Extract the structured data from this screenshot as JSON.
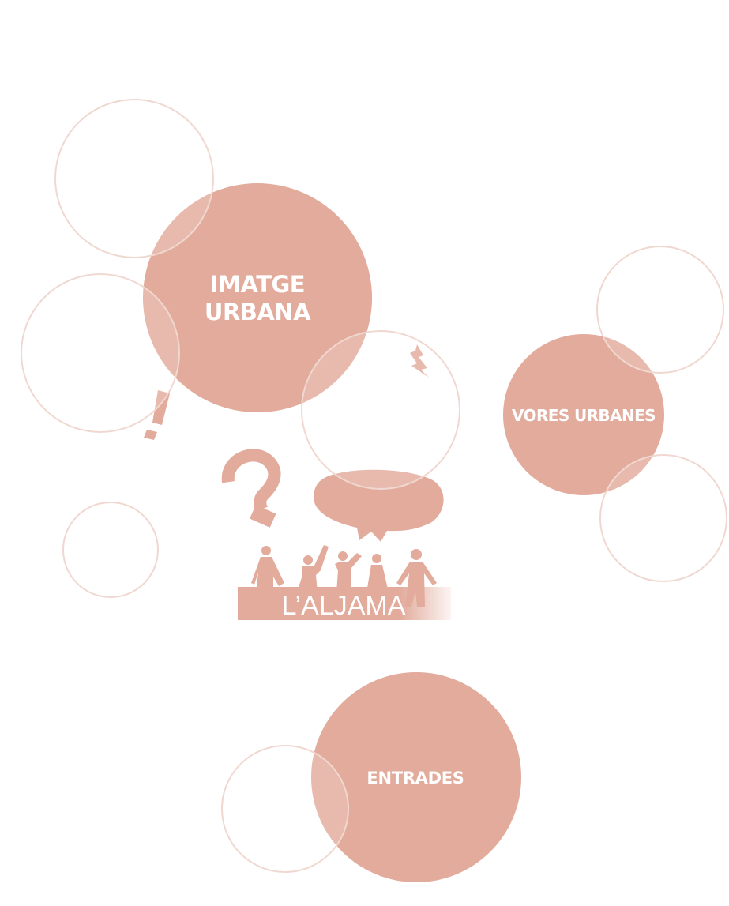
{
  "colors": {
    "accent": "#e2ab9c",
    "outline": "#f0d8d0",
    "label": "#ffffff",
    "background": "#ffffff"
  },
  "topics": {
    "imatge_urbana": {
      "line1": "IMATGE",
      "line2": "URBANA"
    },
    "vores_urbanes": {
      "label": "VORES URBANES"
    },
    "entrades": {
      "label": "ENTRADES"
    }
  },
  "aljama": {
    "label": "L’ALJAMA",
    "icons": [
      "question-mark-icon",
      "exclamation-mark-icon",
      "lightning-icon",
      "speech-bubble-icon",
      "people-group-icon"
    ]
  }
}
